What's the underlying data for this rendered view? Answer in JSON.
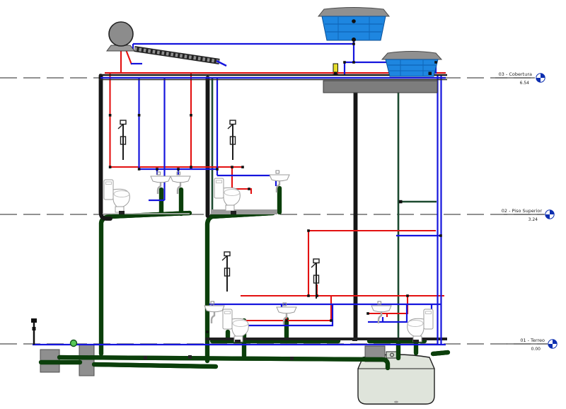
{
  "drawing": {
    "levels": [
      {
        "name": "03 - Cobertura",
        "elevation": "6.54"
      },
      {
        "name": "02 - Piso Superior",
        "elevation": "3.24"
      },
      {
        "name": "01 - Terreo",
        "elevation": "0.00"
      }
    ],
    "colors": {
      "cold_water_pipe": "#1515dd",
      "hot_water_pipe": "#e31111",
      "sewage_pipe": "#63d463",
      "sewage_pipe_outline": "#0b3f0b",
      "vent_pipe": "#e4dd2c",
      "rainwater_pipe": "#1c4a30",
      "water_tank": "#1e86e0",
      "tank_lid": "#909090",
      "slab": "#7d7d7d",
      "septic_tank": "#dfe4db",
      "level_line": "#4f4f4f",
      "level_head": "#0d2fb0"
    },
    "icons": [
      "level-head-icon",
      "water-tank-icon",
      "solar-heater-icon",
      "solar-collector-icon",
      "toilet-icon",
      "sink-icon",
      "shower-icon",
      "septic-tank-icon",
      "inspection-box-icon",
      "hose-bib-icon"
    ]
  }
}
